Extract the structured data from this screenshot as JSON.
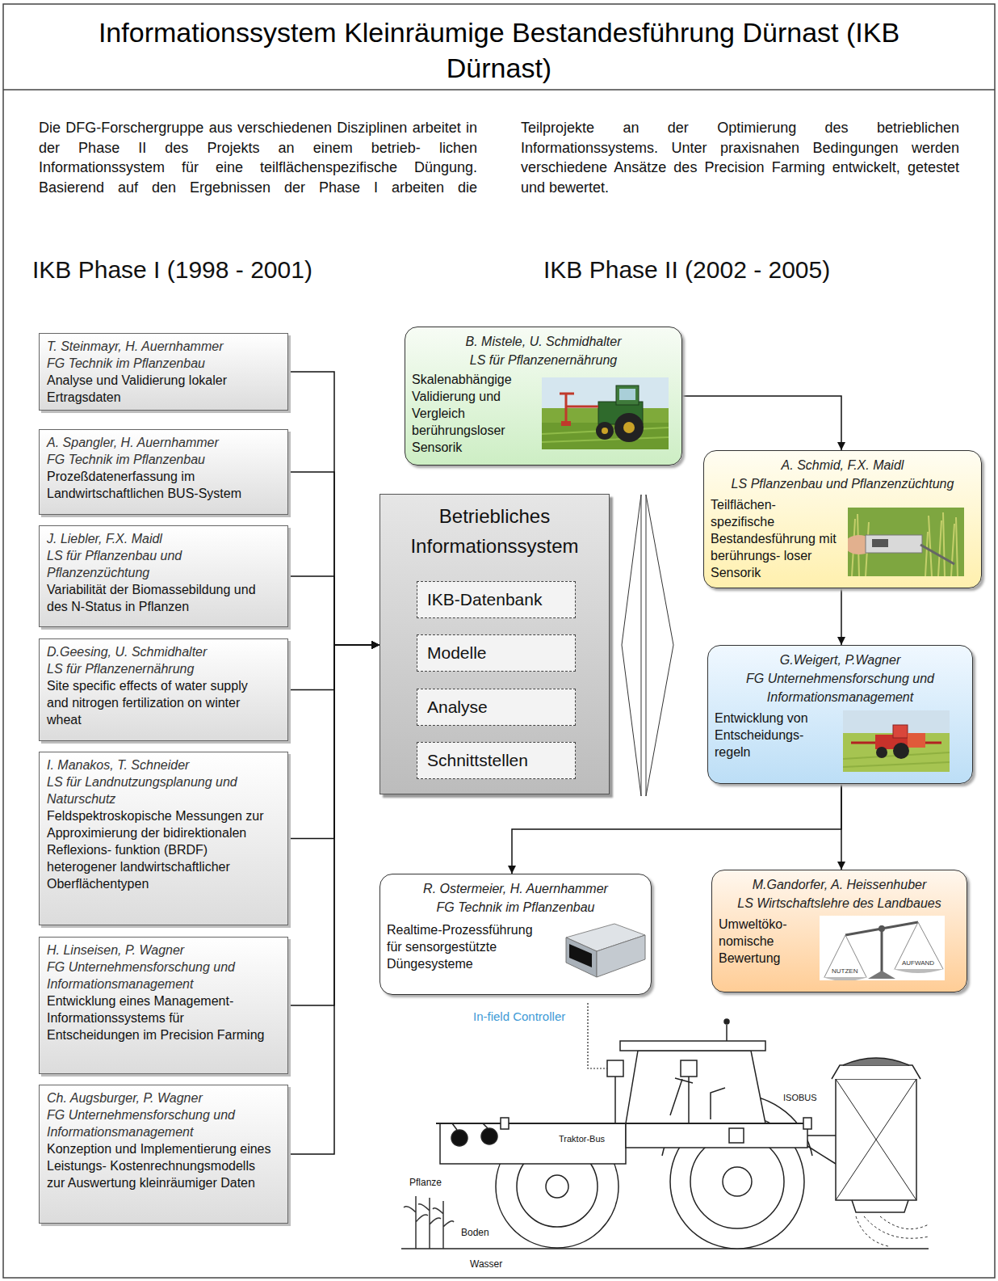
{
  "diagram": {
    "title": "Informationssystem Kleinräumige Bestandesführung Dürnast (IKB Dürnast)",
    "nodes": [
      {
        "text": [
          "T. Steinmayr, H. Auernhammer",
          "FG Technik im Pflanzenbau",
          "Analyse und Validierung lokaler Ertragsdaten"
        ]
      },
      {
        "text": [
          "A. Spangler, H. Auernhammer",
          "FG Technik im Pflanzenbau",
          "Prozeßdatenerfassung im Landwirtschaftlichen BUS-System"
        ]
      },
      {
        "text": [
          "J. Liebler, F.X. Maidl",
          "LS für Pflanzenbau und Pflanzenzüchtung",
          "Variabilität der Biomassebildung und des N-Status in Pflanzen"
        ]
      },
      {
        "text": [
          "D.Geesing, U. Schmidhalter",
          "LS für Pflanzenernährung",
          "Site specific effects of water supply and nitrogen fertilization on winter wheat"
        ]
      },
      {
        "text": [
          "I. Manakos, T. Schneider",
          "LS für Landnutzungsplanung und Naturschutz",
          "Feldspektroskopische Messungen zur Approximierung der bidirektionalen Reflexions- funktion (BRDF) heterogener landwirtschaftlicher Oberflächentypen"
        ]
      },
      {
        "text": [
          "H. Linseisen, P. Wagner",
          "FG Unternehmensforschung und Informationsmanagement",
          "Entwicklung eines Management- Informationssystems für Entscheidungen im Precision Farming"
        ]
      },
      {
        "text": [
          "Ch. Augsburger, P. Wagner",
          "FG Unternehmensforschung und Informationsmanagement",
          "Konzeption und Implementierung eines Leistungs- Kostenrechnungsmodells zur Auswertung kleinräumiger Daten"
        ]
      },
      {
        "text": [
          "Betriebliches Informationssystem"
        ]
      },
      {
        "text": [
          "IKB-Datenbank"
        ],
        "in": 7
      },
      {
        "text": [
          "Modelle"
        ],
        "in": 7
      },
      {
        "text": [
          "Analyse"
        ],
        "in": 7
      },
      {
        "text": [
          "Schnittstellen"
        ],
        "in": 7
      },
      {
        "text": [
          "B. Mistele, U. Schmidhalter",
          "LS für Pflanzenernährung",
          "Skalenabhängige Validierung und Vergleich berührungsloser Sensorik"
        ]
      },
      {
        "text": [
          "A. Schmid, F.X. Maidl",
          "LS Pflanzenbau und Pflanzenzüchtung",
          "Teilflächen- spezifische Bestandesführung mit berührungs- loser Sensorik"
        ]
      },
      {
        "text": [
          "G.Weigert, P.Wagner",
          "FG Unternehmensforschung und Informationsmanagement",
          "Entwicklung von Entscheidungs- regeln"
        ]
      },
      {
        "text": [
          "R. Ostermeier, H. Auernhammer",
          "FG Technik im Pflanzenbau",
          "Realtime-Prozessführung für sensorgestützte Düngesysteme"
        ]
      },
      {
        "text": [
          "M.Gandorfer, A. Heissenhuber",
          "LS Wirtschaftslehre des Landbaues",
          "Umweltöko- nomische Bewertung"
        ]
      }
    ],
    "edges": [
      {
        "from": 0,
        "to": 7,
        "arrow": "to"
      },
      {
        "from": 1,
        "to": 7,
        "arrow": "to"
      },
      {
        "from": 2,
        "to": 7,
        "arrow": "to"
      },
      {
        "from": 3,
        "to": 7,
        "arrow": "to"
      },
      {
        "from": 4,
        "to": 7,
        "arrow": "to"
      },
      {
        "from": 5,
        "to": 7,
        "arrow": "to"
      },
      {
        "from": 6,
        "to": 7,
        "arrow": "to"
      },
      {
        "from": 12,
        "to": 13,
        "arrow": "to"
      },
      {
        "from": 13,
        "to": 14,
        "arrow": "to"
      },
      {
        "from": 14,
        "to": 15,
        "arrow": "to"
      },
      {
        "from": 14,
        "to": 16,
        "arrow": "to"
      }
    ],
    "labels": [
      "Die DFG-Forschergruppe aus verschiedenen Disziplinen arbeitet in der Phase II des Projekts an einem betrieb- lichen Informationssystem für eine teilflächenspezifische Düngung. Basierend auf den Ergebnissen der Phase I arbeiten die Teilprojekte an der Optimierung des betrieblichen Informationssystems. Unter praxisnahen Bedingungen werden verschiedene Ansätze des Precision Farming entwickelt, getestet und bewertet.",
      "IKB Phase I (1998 - 2001)",
      "IKB Phase II (2002 - 2005)",
      "NUTZEN",
      "AUFWAND",
      "In-field Controller",
      "ISOBUS",
      "Traktor-Bus",
      "Pflanze",
      "Boden",
      "Wasser"
    ]
  }
}
